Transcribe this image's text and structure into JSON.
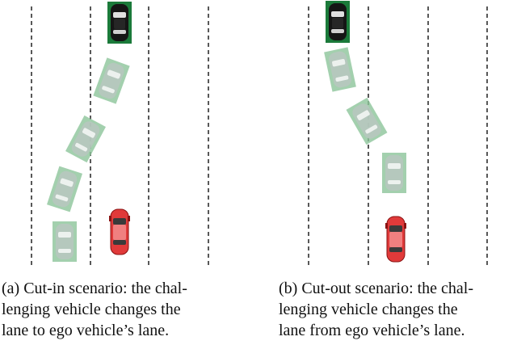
{
  "panels": [
    {
      "id": "a",
      "caption_lines": [
        "(a) Cut-in scenario: the chal-",
        "lenging vehicle changes the",
        "lane to ego vehicle’s lane."
      ]
    },
    {
      "id": "b",
      "caption_lines": [
        "(b) Cut-out scenario: the chal-",
        "lenging vehicle changes the",
        "lane from ego vehicle’s lane."
      ]
    }
  ],
  "colors": {
    "lane_line": "#111111",
    "lead_vehicle": "#1b7a3a",
    "lead_vehicle_body": "#151515",
    "challenging_vehicle": "#8cc49a",
    "challenging_vehicle_body": "#b9c7bf",
    "ego_vehicle": "#e03a3a",
    "ego_vehicle_dark": "#8a1212",
    "glass": "#3a3a3a"
  }
}
